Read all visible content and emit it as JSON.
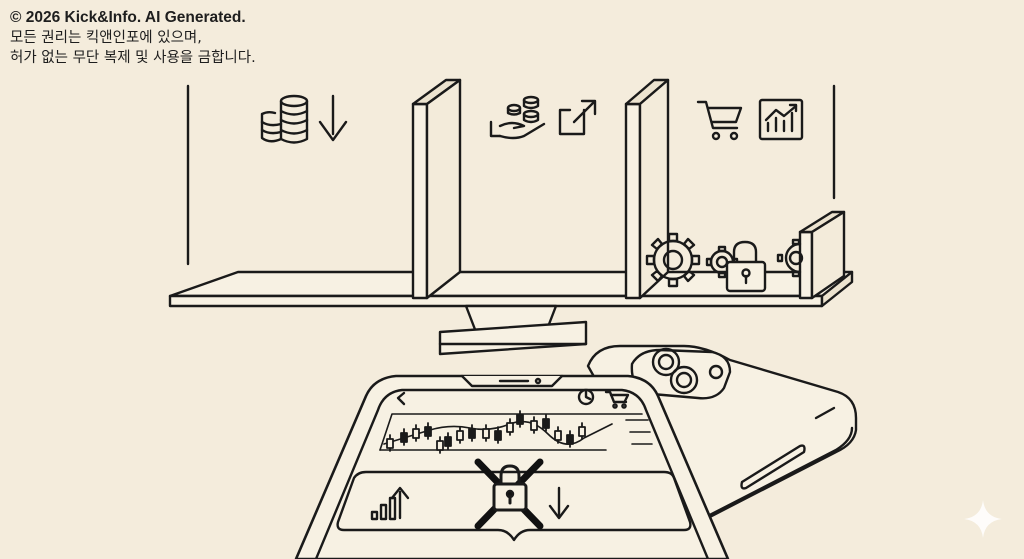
{
  "copyright": {
    "line1": "© 2026 Kick&Info. AI Generated.",
    "line2": "모든 권리는 킥앤인포에 있으며,",
    "line3": "허가 없는 무단 복제 및 사용을 금합니다."
  },
  "colors": {
    "background": "#f4ecdc",
    "ink": "#1a1a1a",
    "paper": "#f7f1e3",
    "lock_cross": "#111111"
  },
  "icons": {
    "shelf_left": [
      "coin-stack-icon",
      "arrow-down-icon"
    ],
    "shelf_middle": [
      "hand-coins-icon",
      "external-link-icon"
    ],
    "shelf_right": [
      "shopping-cart-icon",
      "growth-chart-icon",
      "gears-icon",
      "padlock-icon"
    ],
    "phone": [
      "back-chevron-icon",
      "clock-icon",
      "cart-icon",
      "bar-chart-up-icon",
      "crossed-lock-icon",
      "arrow-down-icon"
    ],
    "corner": "sparkle-icon"
  }
}
